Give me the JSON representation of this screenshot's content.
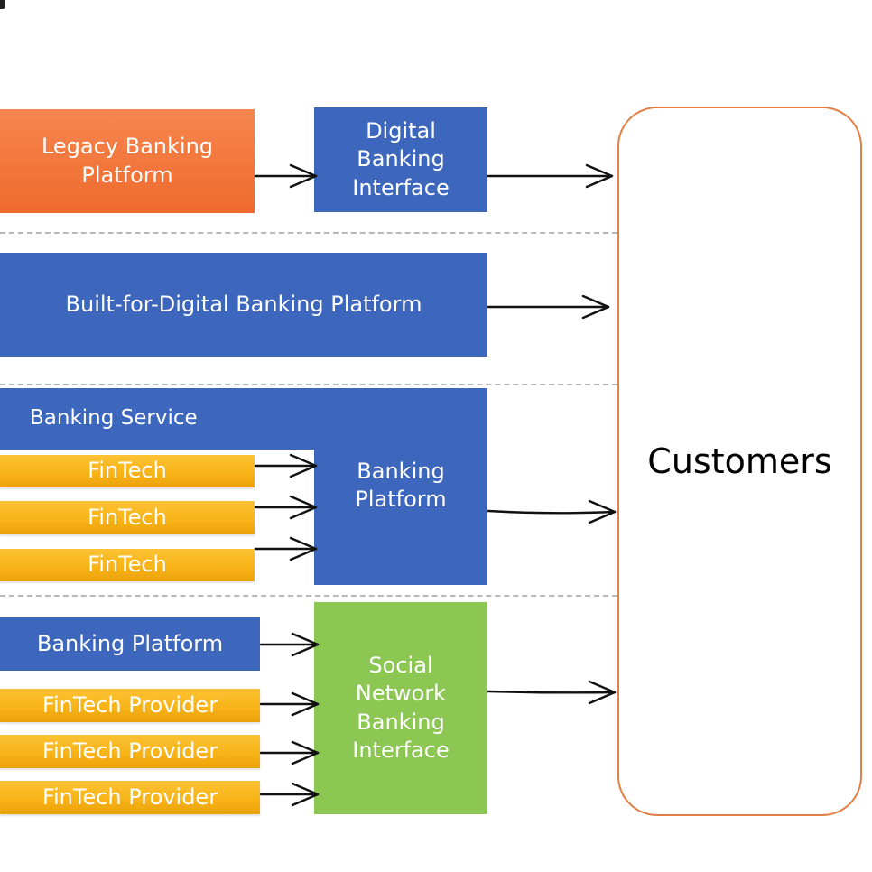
{
  "legacy": {
    "line1": "Legacy Banking",
    "line2": "Platform"
  },
  "digital_interface": {
    "line1": "Digital",
    "line2": "Banking",
    "line3": "Interface"
  },
  "built_for_digital": {
    "label": "Built-for-Digital Banking Platform"
  },
  "banking_service": {
    "label": "Banking Service"
  },
  "fintech_items": [
    "FinTech",
    "FinTech",
    "FinTech"
  ],
  "banking_platform_center": {
    "line1": "Banking",
    "line2": "Platform"
  },
  "banking_platform_small": {
    "label": "Banking Platform"
  },
  "fintech_providers": [
    "FinTech Provider",
    "FinTech Provider",
    "FinTech Provider"
  ],
  "social_interface": {
    "line1": "Social",
    "line2": "Network",
    "line3": "Banking",
    "line4": "Interface"
  },
  "customers": {
    "label": "Customers"
  },
  "colors": {
    "blue": "#3d66bd",
    "orange": "#ef6a2c",
    "green": "#8bc752",
    "yellow": "#f8b418",
    "customers_border": "#e37e45"
  }
}
